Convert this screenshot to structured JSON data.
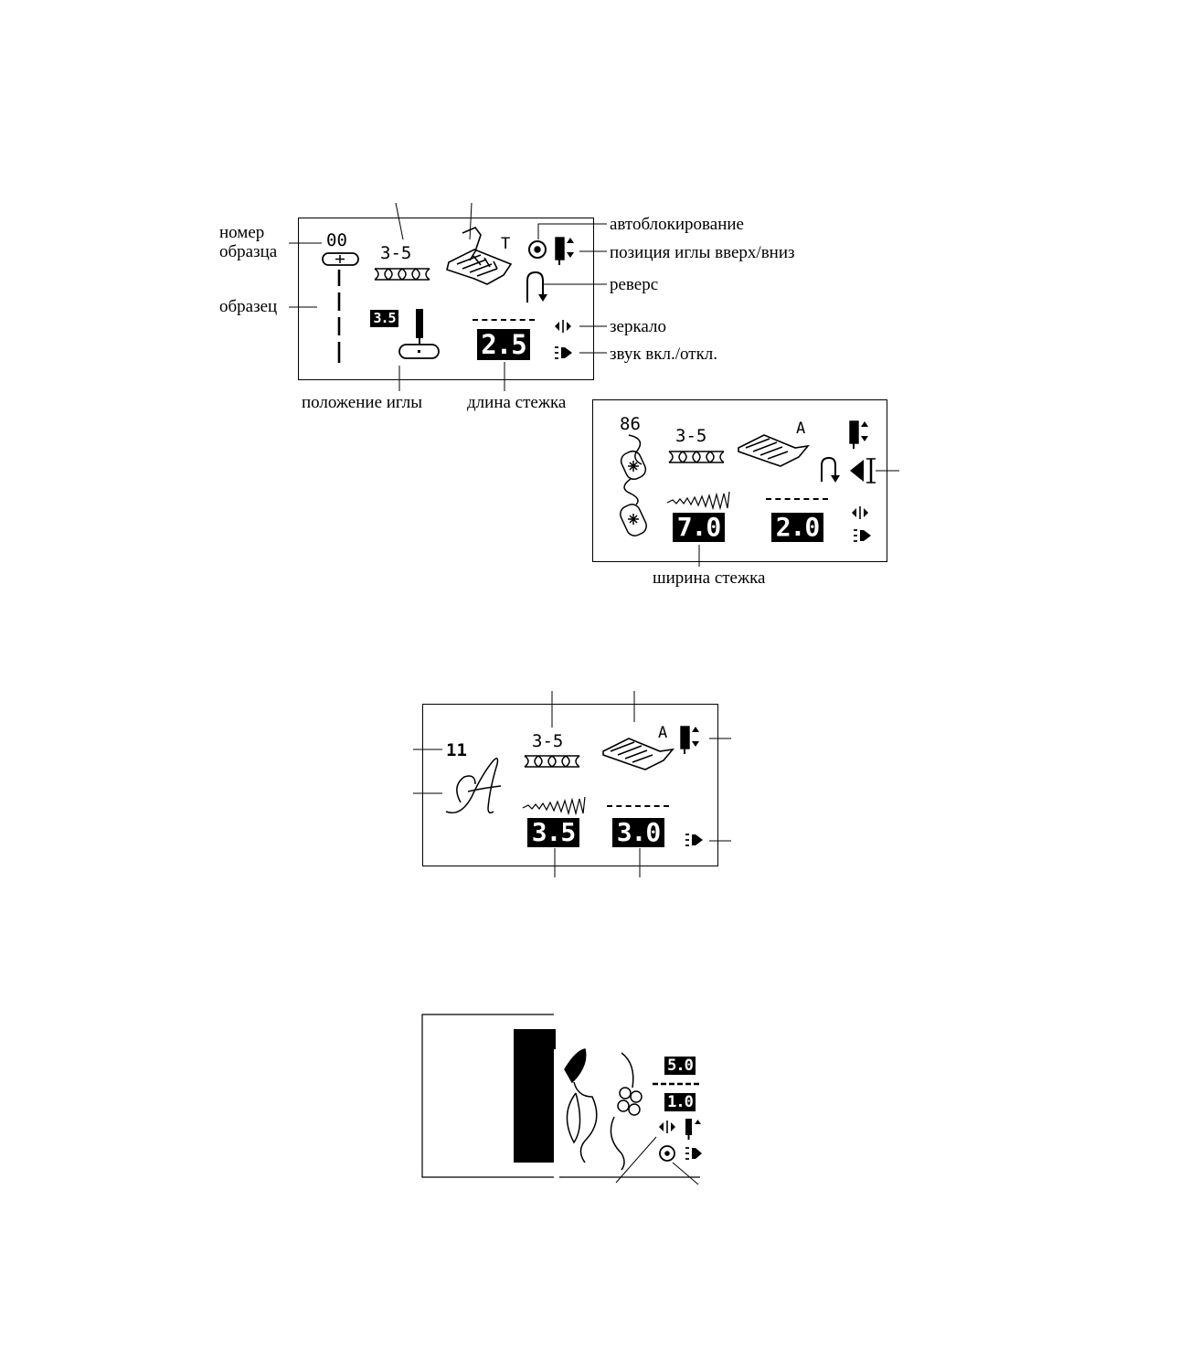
{
  "screen1": {
    "pattern_number": "00",
    "stitch_setting": "3-5",
    "foot_letter": "T",
    "width_value": "3.5",
    "length_value": "2.5",
    "labels": {
      "pattern_number_line1": "номер",
      "pattern_number_line2": "образца",
      "pattern": "образец",
      "auto_lock": "автоблокирование",
      "needle_up_down": "позиция иглы вверх/вниз",
      "reverse": "реверс",
      "mirror": "зеркало",
      "sound": "звук вкл./откл.",
      "needle_position": "положение иглы",
      "stitch_length": "длина стежка"
    }
  },
  "screen2": {
    "pattern_number": "86",
    "stitch_setting": "3-5",
    "foot_letter": "A",
    "width_value": "7.0",
    "length_value": "2.0",
    "labels": {
      "stitch_width": "ширина стежка"
    }
  },
  "screen3": {
    "pattern_number": "11",
    "stitch_setting": "3-5",
    "foot_letter": "A",
    "width_value": "3.5",
    "length_value": "3.0"
  },
  "screen4": {
    "width_value": "5.0",
    "length_value": "1.0"
  }
}
